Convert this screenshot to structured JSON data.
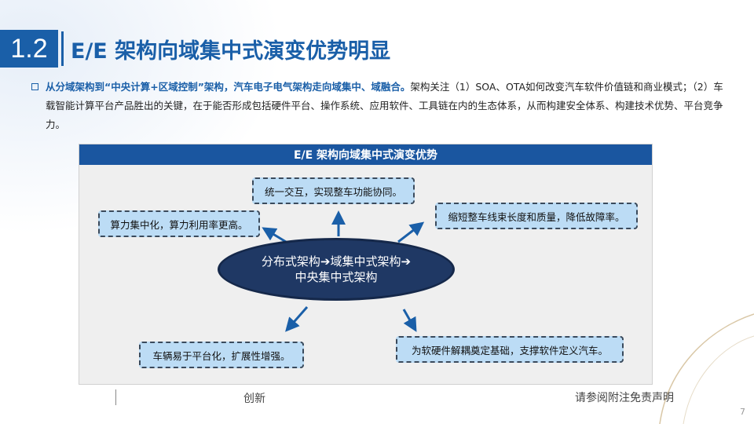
{
  "section": {
    "number": "1.2",
    "title": "E/E 架构向域集中式演变优势明显"
  },
  "bullet": {
    "highlight": "从分域架构到“中央计算+区域控制”架构，汽车电子电气架构走向域集中、域融合。",
    "body": "架构关注（1）SOA、OTA如何改变汽车软件价值链和商业模式；（2）车载智能计算平台产品胜出的关键，在于能否形成包括硬件平台、操作系统、应用软件、工具链在内的生态体系，从而构建安全体系、构建技术优势、平台竞争力。"
  },
  "diagram": {
    "header": "E/E 架构向域集中式演变优势",
    "center_line1": "分布式架构➔域集中式架构➔",
    "center_line2": "中央集中式架构",
    "boxes": {
      "top": "统一交互，实现整车功能协同。",
      "left": "算力集中化，算力利用率更高。",
      "right": "缩短整车线束长度和质量，降低故障率。",
      "bottom_left": "车辆易于平台化，扩展性增强。",
      "bottom_right": "为软硬件解耦奠定基础，支撑软件定义汽车。"
    }
  },
  "footer": {
    "left": "创新",
    "right": "请参阅附注免责声明",
    "page": "7"
  },
  "colors": {
    "accent": "#1a5fa8",
    "header_bar": "#1a56a0",
    "ellipse_fill": "#1f3864",
    "box_fill": "#bcdcf5",
    "arrow": "#1a5fa8"
  }
}
